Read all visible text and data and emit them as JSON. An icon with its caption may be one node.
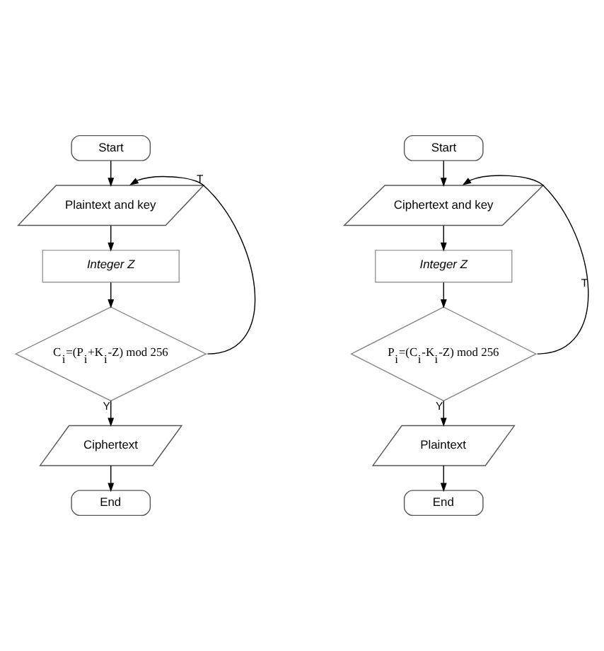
{
  "diagram": {
    "nodes": [
      {
        "text": [
          "Start"
        ]
      },
      {
        "text": [
          "Plaintext and key"
        ]
      },
      {
        "text": [
          "Integer Z"
        ]
      },
      {
        "text": [
          "C$_{i}$=(P$_{i}$+K$_{i}$-Z) mod 256"
        ]
      },
      {
        "text": [
          "Ciphertext"
        ]
      },
      {
        "text": [
          "End"
        ]
      },
      {
        "text": [
          "Start"
        ]
      },
      {
        "text": [
          "Ciphertext and key"
        ]
      },
      {
        "text": [
          "Integer Z"
        ]
      },
      {
        "text": [
          "P$_{i}$=(C$_{i}$-K$_{i}$-Z) mod 256"
        ]
      },
      {
        "text": [
          "Plaintext"
        ]
      },
      {
        "text": [
          "End"
        ]
      }
    ],
    "edges": [
      {
        "from": 0,
        "to": 1,
        "arrow": "to"
      },
      {
        "from": 1,
        "to": 2,
        "arrow": "to"
      },
      {
        "from": 2,
        "to": 3,
        "arrow": "to"
      },
      {
        "from": 3,
        "to": 4,
        "arrow": "to",
        "label": "Y"
      },
      {
        "from": 4,
        "to": 5,
        "arrow": "to"
      },
      {
        "from": 3,
        "to": 1,
        "arrow": "to",
        "label": "T"
      },
      {
        "from": 6,
        "to": 7,
        "arrow": "to"
      },
      {
        "from": 7,
        "to": 8,
        "arrow": "to"
      },
      {
        "from": 8,
        "to": 9,
        "arrow": "to"
      },
      {
        "from": 9,
        "to": 10,
        "arrow": "to",
        "label": "Y"
      },
      {
        "from": 10,
        "to": 11,
        "arrow": "to"
      },
      {
        "from": 9,
        "to": 7,
        "arrow": "to",
        "label": "T"
      }
    ]
  }
}
